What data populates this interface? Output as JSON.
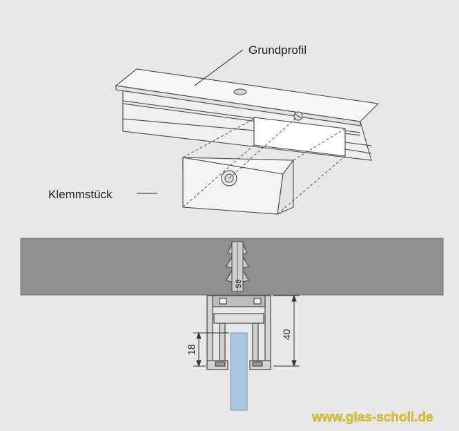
{
  "labels": {
    "grundprofil": "Grundprofil",
    "klemmstueck": "Klemmstück",
    "screw": "S8",
    "dim_height": "40",
    "dim_glass": "18"
  },
  "watermark": "www.glas-scholl.de",
  "colors": {
    "background": "#e8e8e8",
    "ceiling": "#8f8f8f",
    "profile_fill": "#f4f4f4",
    "outline": "#555555",
    "glass": "#a9c8df",
    "watermark": "#d9c33a"
  }
}
